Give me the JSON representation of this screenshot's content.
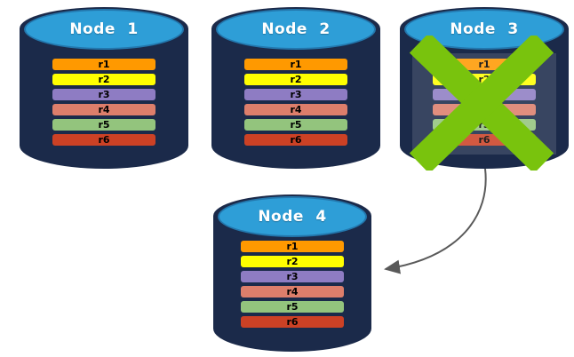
{
  "diagram": {
    "nodes": [
      {
        "label": "Node 1",
        "status": "healthy",
        "records": [
          {
            "label": "r1",
            "color": "#ff9900"
          },
          {
            "label": "r2",
            "color": "#ffff00"
          },
          {
            "label": "r3",
            "color": "#8e7cc3"
          },
          {
            "label": "r4",
            "color": "#dd7e6b"
          },
          {
            "label": "r5",
            "color": "#93c47d"
          },
          {
            "label": "r6",
            "color": "#cc4125"
          }
        ]
      },
      {
        "label": "Node 2",
        "status": "healthy",
        "records": [
          {
            "label": "r1",
            "color": "#ff9900"
          },
          {
            "label": "r2",
            "color": "#ffff00"
          },
          {
            "label": "r3",
            "color": "#8e7cc3"
          },
          {
            "label": "r4",
            "color": "#dd7e6b"
          },
          {
            "label": "r5",
            "color": "#93c47d"
          },
          {
            "label": "r6",
            "color": "#cc4125"
          }
        ]
      },
      {
        "label": "Node 3",
        "status": "failed",
        "records": [
          {
            "label": "r1",
            "color": "#ff9900"
          },
          {
            "label": "r2",
            "color": "#ffff00"
          },
          {
            "label": "r3",
            "color": "#8e7cc3"
          },
          {
            "label": "r4",
            "color": "#dd7e6b"
          },
          {
            "label": "r5",
            "color": "#93c47d"
          },
          {
            "label": "r6",
            "color": "#cc4125"
          }
        ]
      },
      {
        "label": "Node 4",
        "status": "healthy",
        "records": [
          {
            "label": "r1",
            "color": "#ff9900"
          },
          {
            "label": "r2",
            "color": "#ffff00"
          },
          {
            "label": "r3",
            "color": "#8e7cc3"
          },
          {
            "label": "r4",
            "color": "#dd7e6b"
          },
          {
            "label": "r5",
            "color": "#93c47d"
          },
          {
            "label": "r6",
            "color": "#cc4125"
          }
        ]
      }
    ],
    "failure_mark": {
      "shape": "x-cross",
      "color": "#79c30d",
      "on_node": "Node 3"
    },
    "failover_arrow": {
      "from": "Node 3",
      "to": "Node 4",
      "color": "#595959"
    },
    "colors": {
      "cylinder_body": "#1b2a4a",
      "cylinder_cap": "#2e9ed7",
      "cap_border": "#2377ad",
      "title_text": "#ffffff",
      "record_text": "#000000"
    }
  }
}
